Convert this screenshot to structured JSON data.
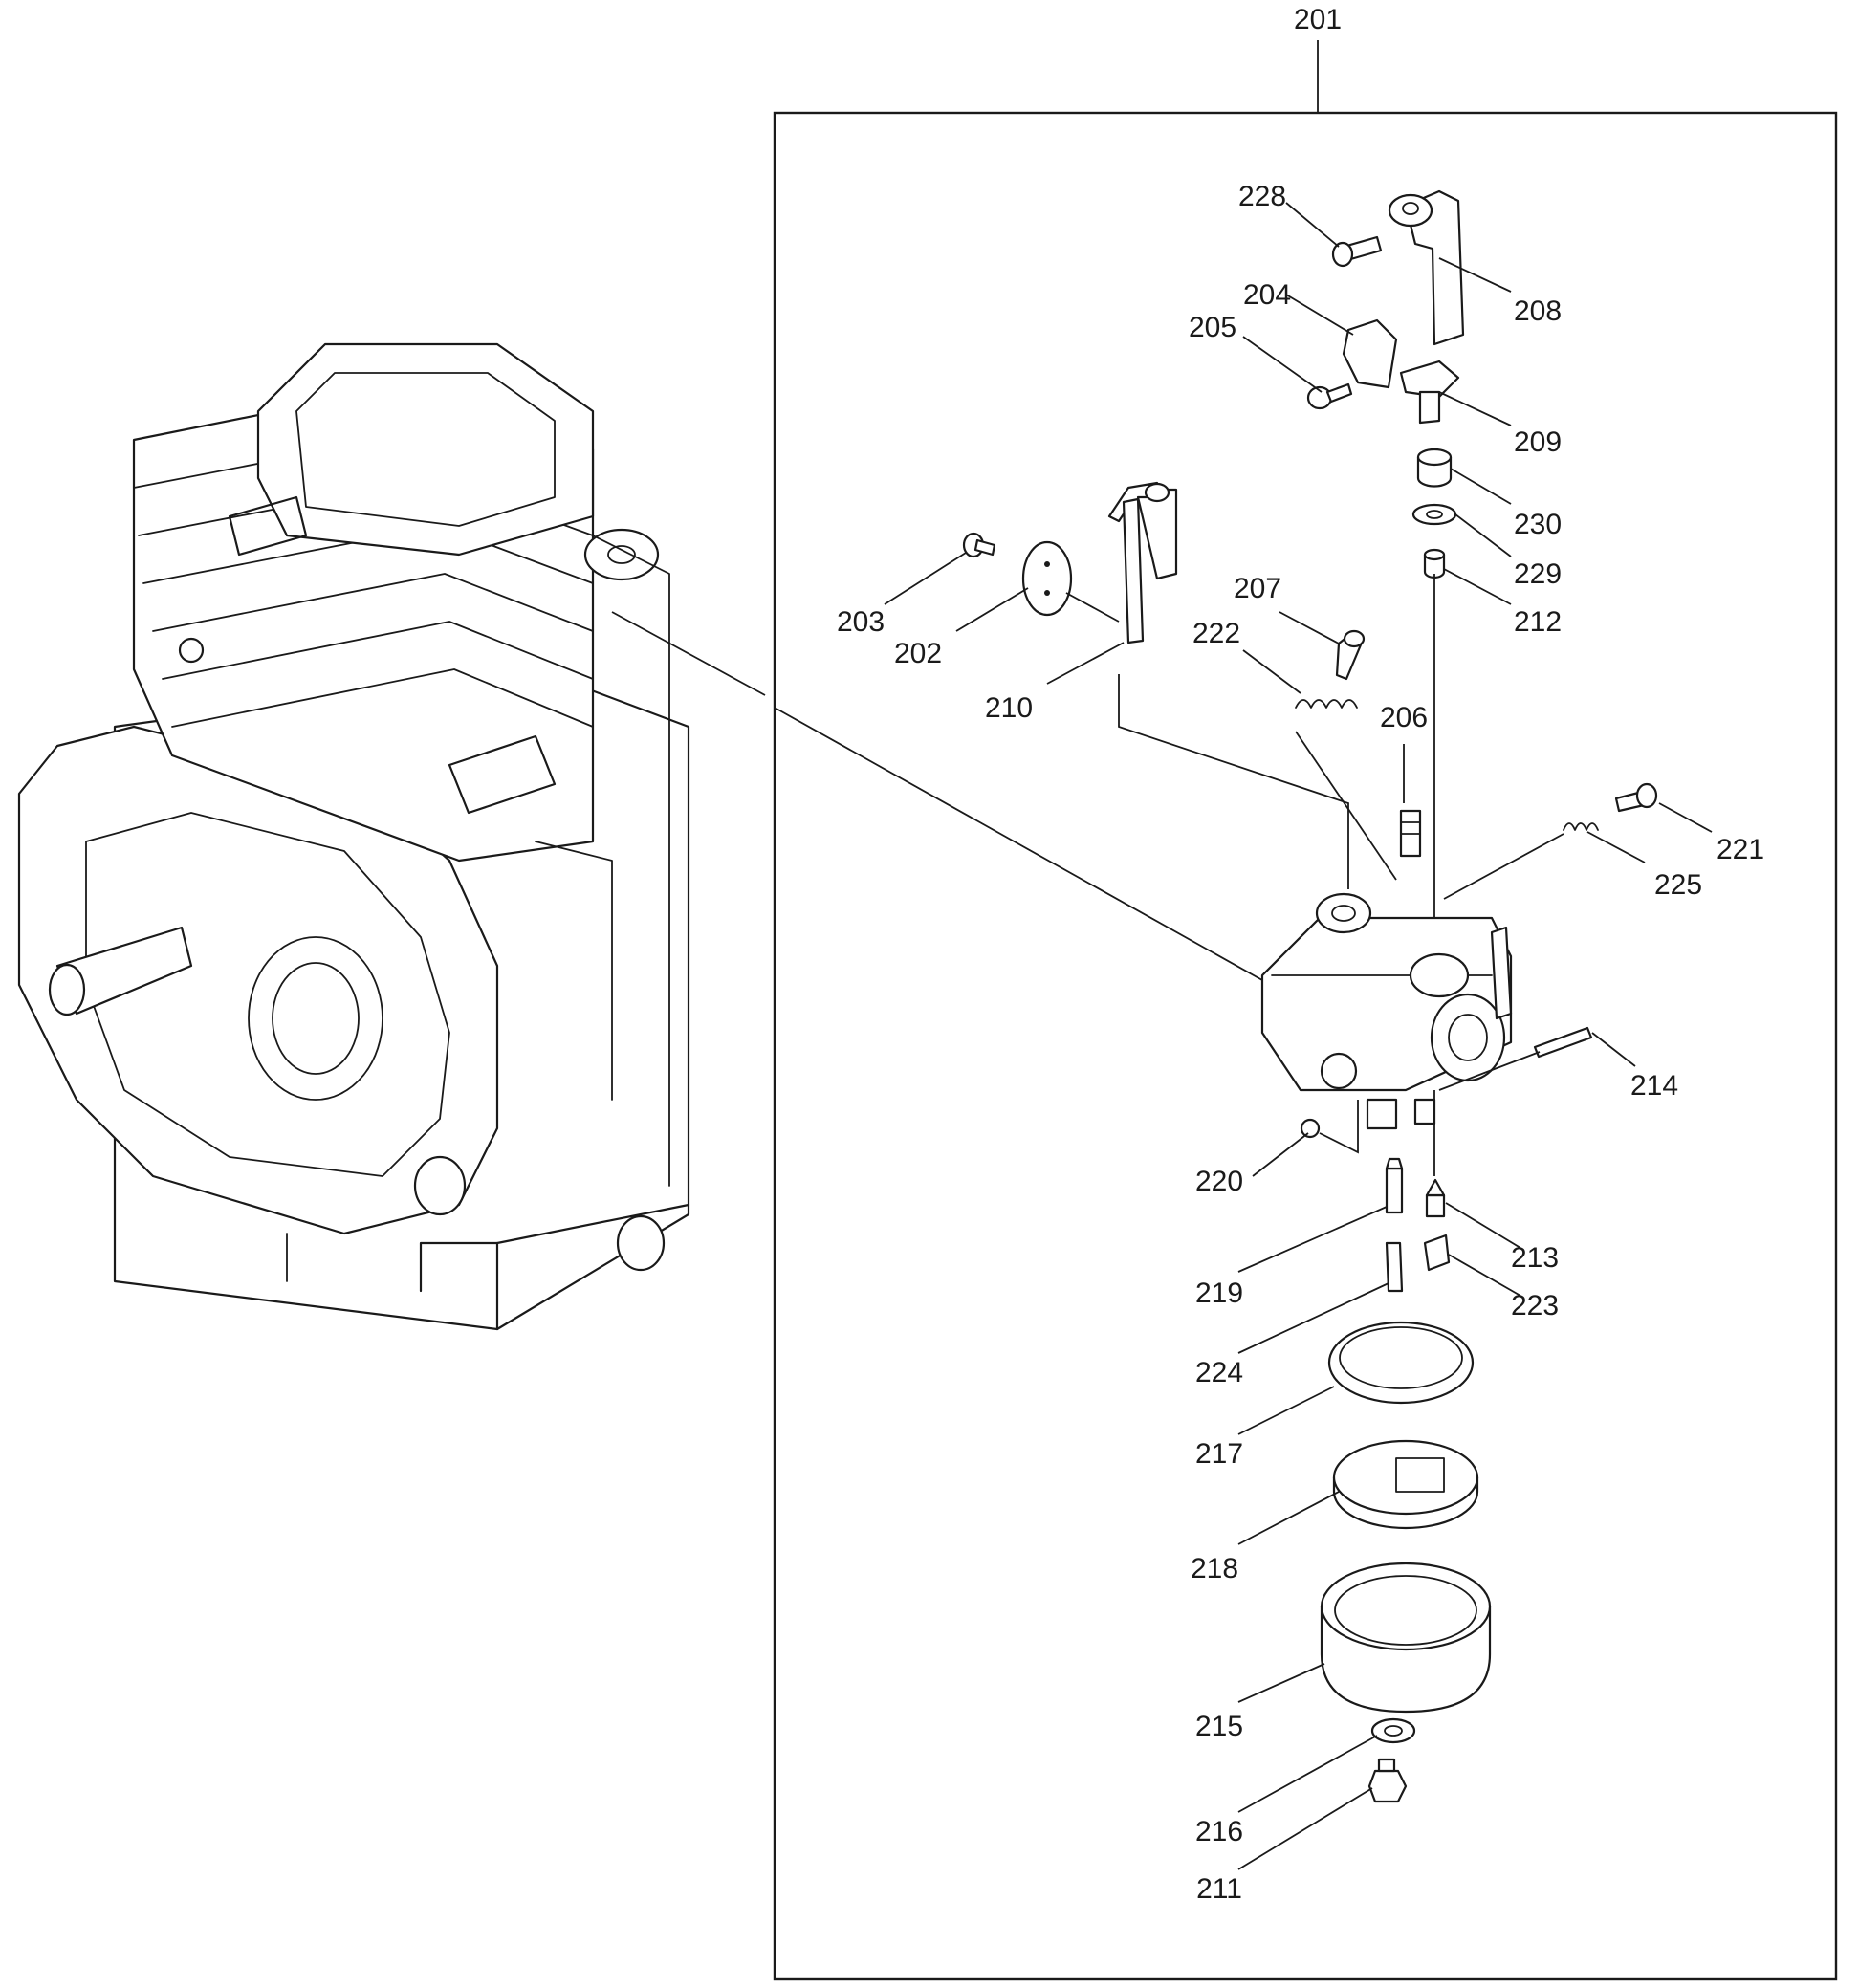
{
  "diagram": {
    "assembly_label": "201",
    "callouts": [
      {
        "id": "201",
        "text": "201"
      },
      {
        "id": "202",
        "text": "202"
      },
      {
        "id": "203",
        "text": "203"
      },
      {
        "id": "204",
        "text": "204"
      },
      {
        "id": "205",
        "text": "205"
      },
      {
        "id": "206",
        "text": "206"
      },
      {
        "id": "207",
        "text": "207"
      },
      {
        "id": "208",
        "text": "208"
      },
      {
        "id": "209",
        "text": "209"
      },
      {
        "id": "210",
        "text": "210"
      },
      {
        "id": "211",
        "text": "211"
      },
      {
        "id": "212",
        "text": "212"
      },
      {
        "id": "213",
        "text": "213"
      },
      {
        "id": "214",
        "text": "214"
      },
      {
        "id": "215",
        "text": "215"
      },
      {
        "id": "216",
        "text": "216"
      },
      {
        "id": "217",
        "text": "217"
      },
      {
        "id": "218",
        "text": "218"
      },
      {
        "id": "219",
        "text": "219"
      },
      {
        "id": "220",
        "text": "220"
      },
      {
        "id": "221",
        "text": "221"
      },
      {
        "id": "222",
        "text": "222"
      },
      {
        "id": "223",
        "text": "223"
      },
      {
        "id": "224",
        "text": "224"
      },
      {
        "id": "225",
        "text": "225"
      },
      {
        "id": "228",
        "text": "228"
      },
      {
        "id": "229",
        "text": "229"
      },
      {
        "id": "230",
        "text": "230"
      }
    ]
  }
}
